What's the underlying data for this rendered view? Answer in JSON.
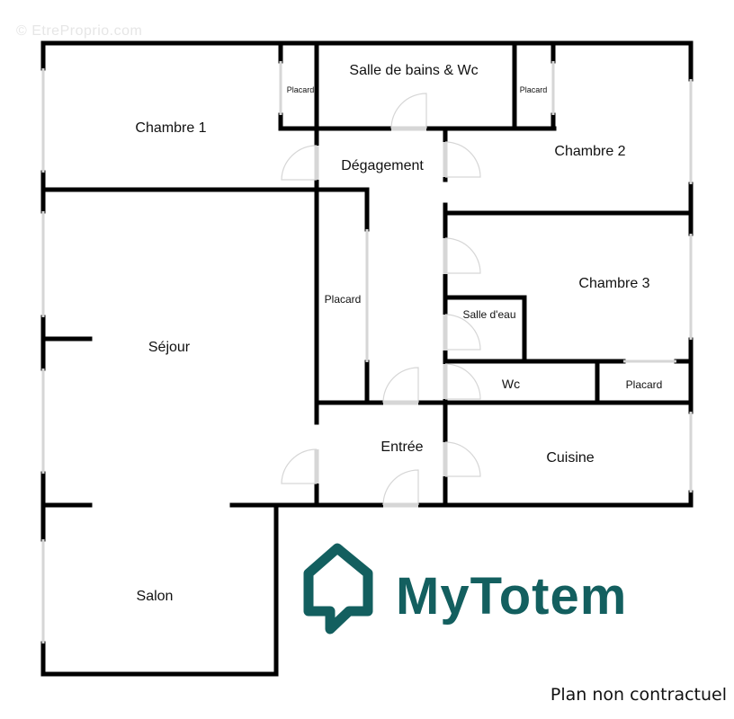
{
  "watermark": "© EtreProprio.com",
  "brand": {
    "name": "MyTotem",
    "color": "#135f5f",
    "icon": "house-speech-bubble-icon"
  },
  "disclaimer": "Plan non contractuel",
  "rooms": {
    "chambre1": "Chambre 1",
    "placard_top_left": "Placard",
    "salle_de_bains": "Salle de bains & Wc",
    "placard_top_right": "Placard",
    "chambre2": "Chambre 2",
    "degagement": "Dégagement",
    "placard_center": "Placard",
    "chambre3": "Chambre 3",
    "salle_deau": "Salle d'eau",
    "wc": "Wc",
    "placard_right": "Placard",
    "sejour": "Séjour",
    "entree": "Entrée",
    "cuisine": "Cuisine",
    "salon": "Salon"
  },
  "colors": {
    "wall": "#000000",
    "window": "#d6d6d6",
    "brand": "#135f5f"
  }
}
